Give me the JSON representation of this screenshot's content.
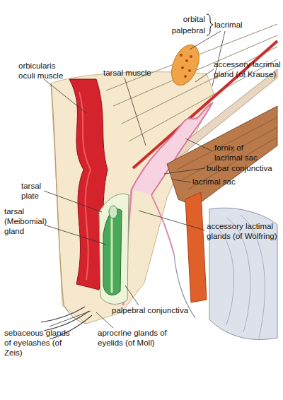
{
  "diagram": {
    "labels": [
      "orbital",
      "palpebral",
      "lacrimal",
      "accessory lacrimal gland (of Krause)",
      "orbicularis oculi muscle",
      "tarsal muscle",
      "fornix of lacrimal sac",
      "bulbar conjunctiva",
      "lacrimal sac",
      "tarsal plate",
      "tarsal (Meibomial) gland",
      "accessory lactimal glands (of Wolfring)",
      "palpebral conjunctiva",
      "sebaceous glands of eyelashes (of Zeis)",
      "aprocrine glands of eyelids (of Moll)"
    ]
  }
}
